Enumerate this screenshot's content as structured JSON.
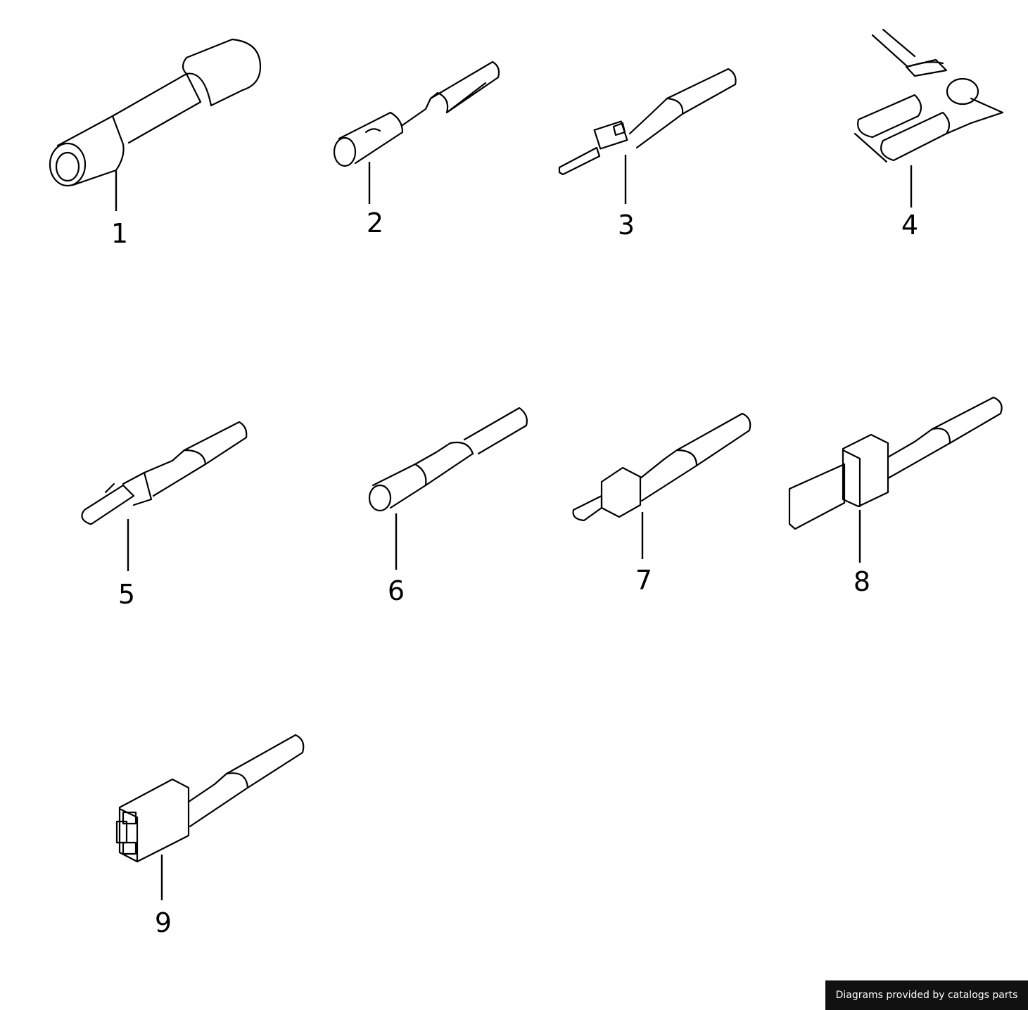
{
  "callouts": [
    "1",
    "2",
    "3",
    "4",
    "5",
    "6",
    "7",
    "8",
    "9"
  ],
  "credit": "Diagrams provided by catalogs parts",
  "colors": {
    "line": "#000000",
    "background": "#ffffff",
    "credit_bg": "#111111",
    "credit_text": "#ffffff"
  }
}
